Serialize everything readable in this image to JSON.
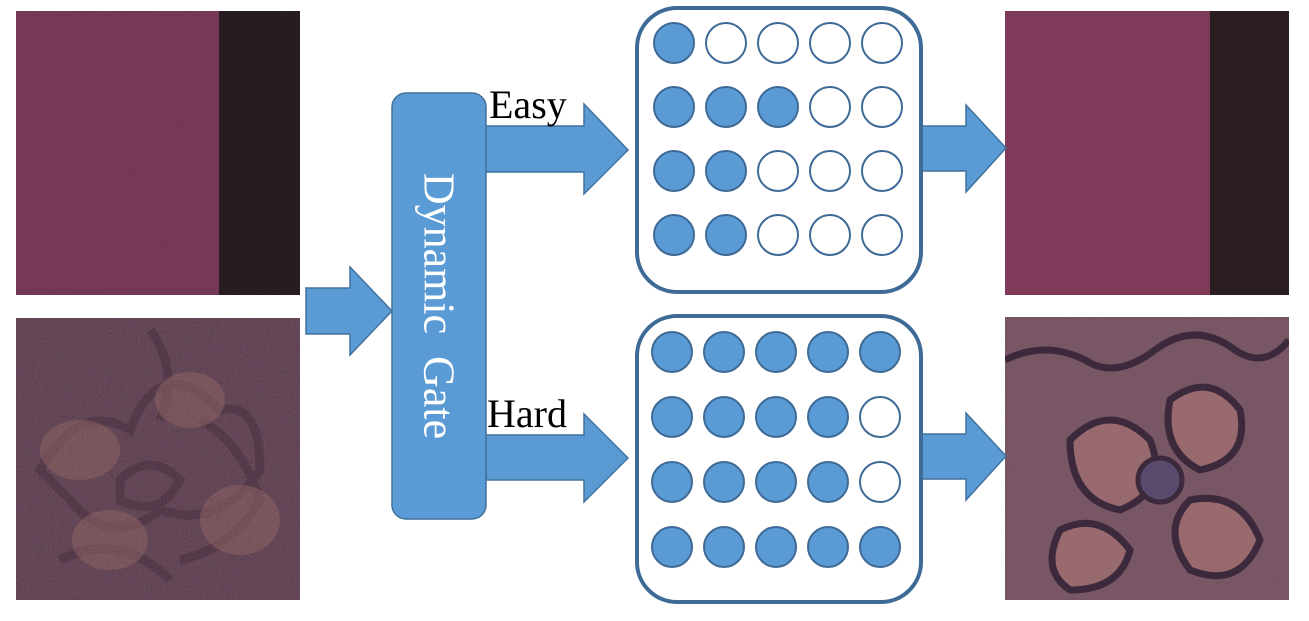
{
  "colors": {
    "accent": "#5b9bd5",
    "accent_dark": "#41719c",
    "panel_border": "#3e6a96",
    "pink_smooth": "#7e3a58",
    "pink_noisy": "#7a3f5e",
    "dark_band": "#2a1e24",
    "fabric_base": "#6e4a5e",
    "fabric_clean": "#8a5a68"
  },
  "gate": {
    "label": "Dynamic  Gate"
  },
  "routes": {
    "easy": {
      "label": "Easy"
    },
    "hard": {
      "label": "Hard"
    }
  },
  "networks": {
    "easy": {
      "rows": [
        [
          1,
          0,
          0,
          0,
          0
        ],
        [
          1,
          1,
          1,
          0,
          0
        ],
        [
          1,
          1,
          0,
          0,
          0
        ],
        [
          1,
          1,
          0,
          0,
          0
        ]
      ]
    },
    "hard": {
      "rows": [
        [
          1,
          1,
          1,
          1,
          1
        ],
        [
          1,
          1,
          1,
          1,
          0
        ],
        [
          1,
          1,
          1,
          1,
          0
        ],
        [
          1,
          1,
          1,
          1,
          1
        ]
      ]
    }
  },
  "images": {
    "input_easy": "noisy-flat-pink",
    "input_hard": "noisy-fabric-flower",
    "output_easy": "denoised-flat-pink",
    "output_hard": "denoised-fabric-flower"
  },
  "icons": {
    "arrow": "right-block-arrow",
    "active_unit": "filled-circle",
    "idle_unit": "empty-circle"
  }
}
